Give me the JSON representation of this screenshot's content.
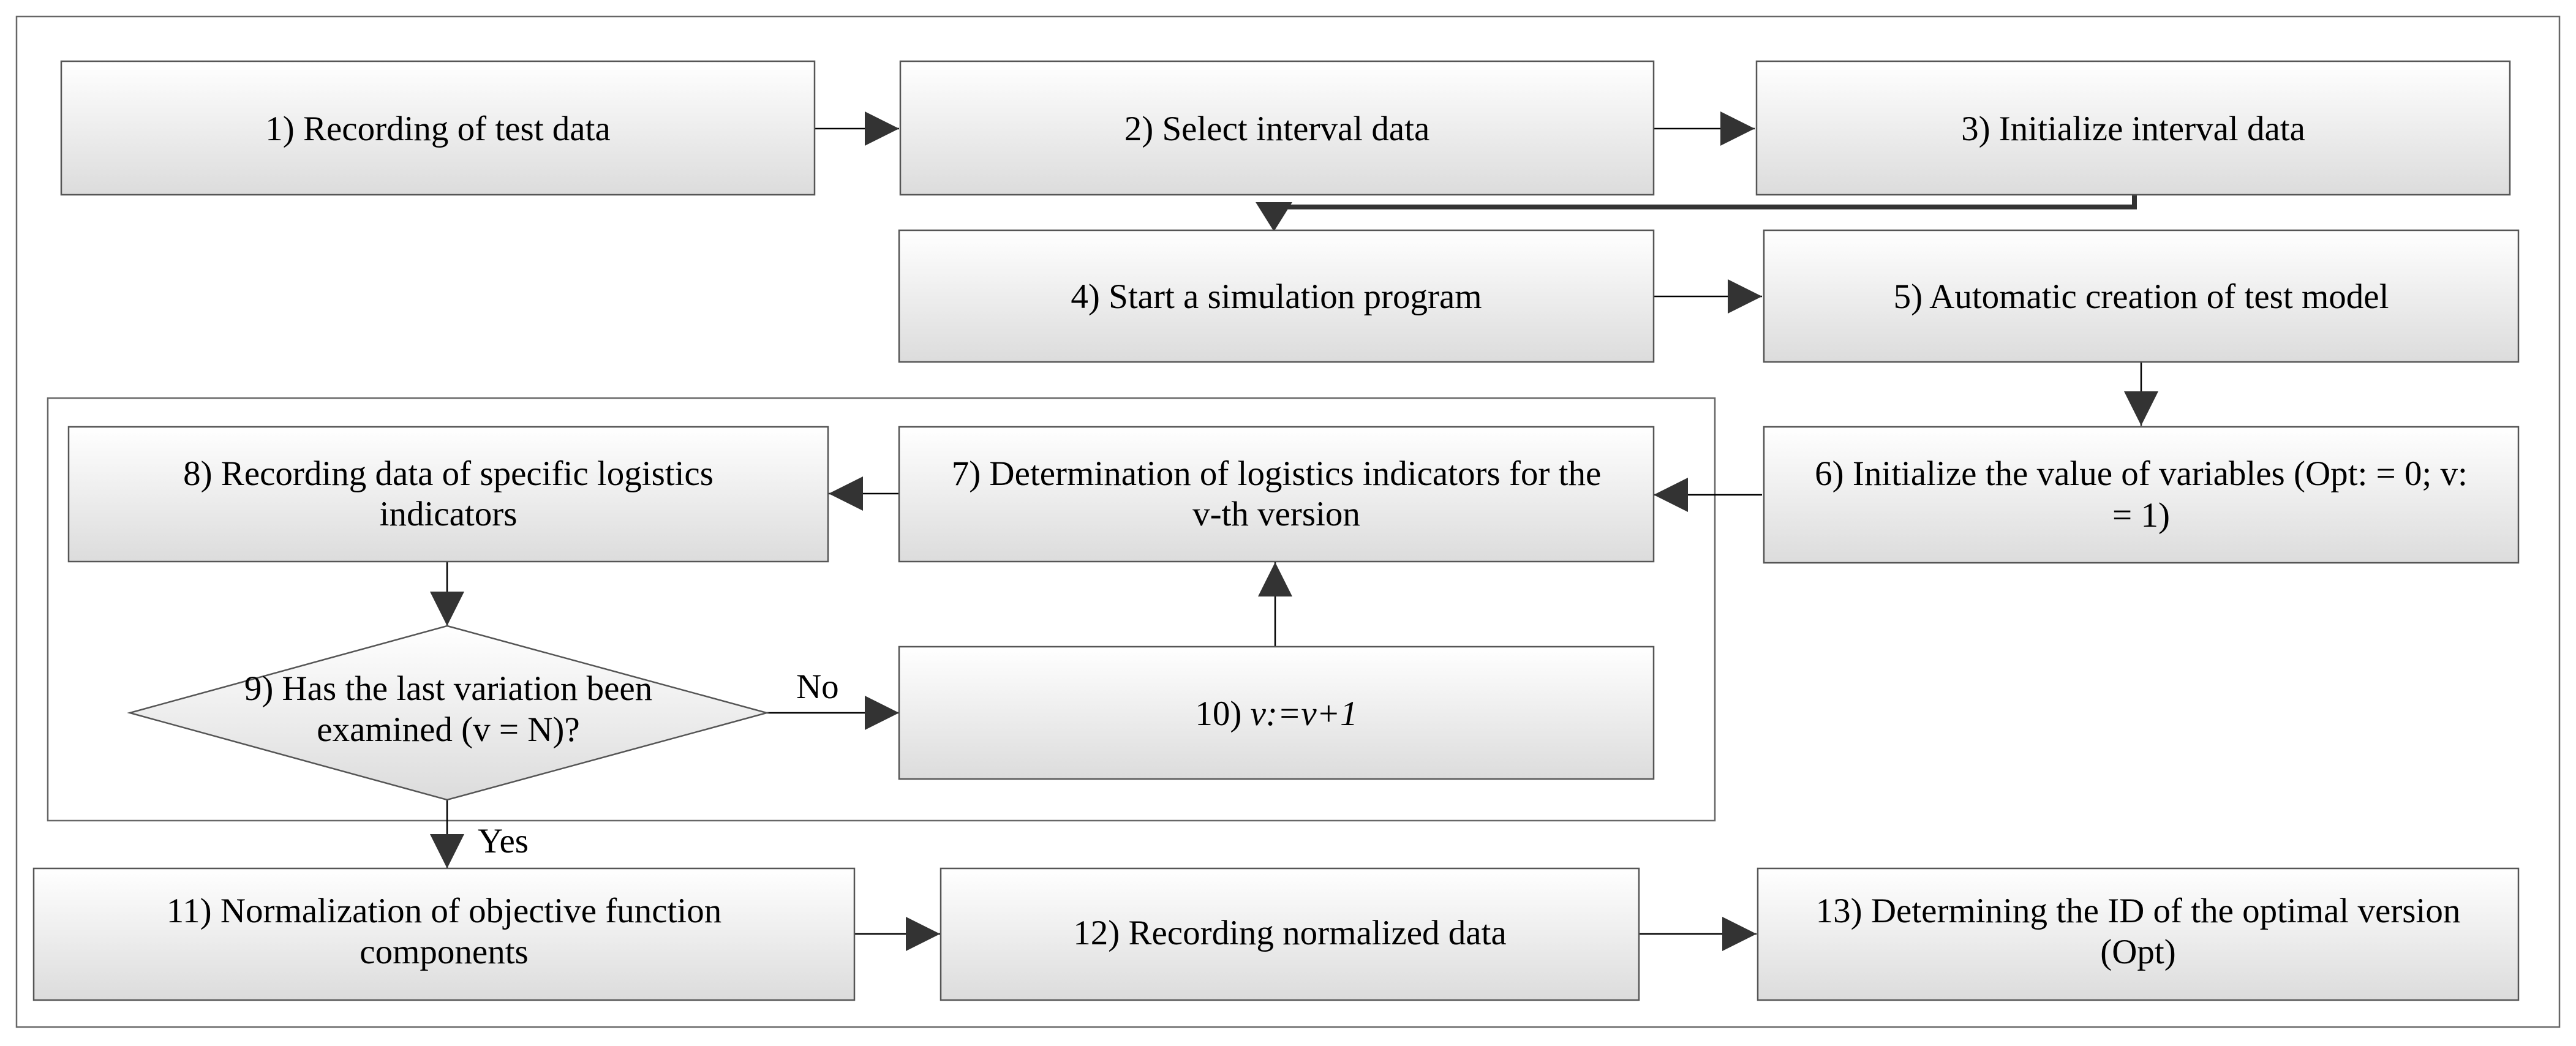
{
  "nodes": {
    "n1": {
      "label": "1) Recording of test data"
    },
    "n2": {
      "label": "2) Select interval data"
    },
    "n3": {
      "label": "3) Initialize interval data"
    },
    "n4": {
      "label": "4) Start a simulation program"
    },
    "n5": {
      "label": "5) Automatic creation of test model"
    },
    "n6": {
      "line1": "6) Initialize the value of variables (Opt: = 0; v:",
      "line2": "= 1)"
    },
    "n7": {
      "line1": "7) Determination of logistics indicators for the",
      "line2": "v-th version"
    },
    "n8": {
      "line1": "8) Recording data of specific logistics",
      "line2": "indicators"
    },
    "n9": {
      "line1": "9) Has the last variation been",
      "line2": "examined (v = N)?"
    },
    "n10": {
      "prefix": "10) ",
      "formula": "v:=v+1"
    },
    "n11": {
      "line1": "11) Normalization of objective function",
      "line2": "components"
    },
    "n12": {
      "label": "12) Recording normalized data"
    },
    "n13": {
      "line1": "13) Determining the ID of the optimal version",
      "line2": "(Opt)"
    }
  },
  "edge_labels": {
    "no": "No",
    "yes": "Yes"
  }
}
